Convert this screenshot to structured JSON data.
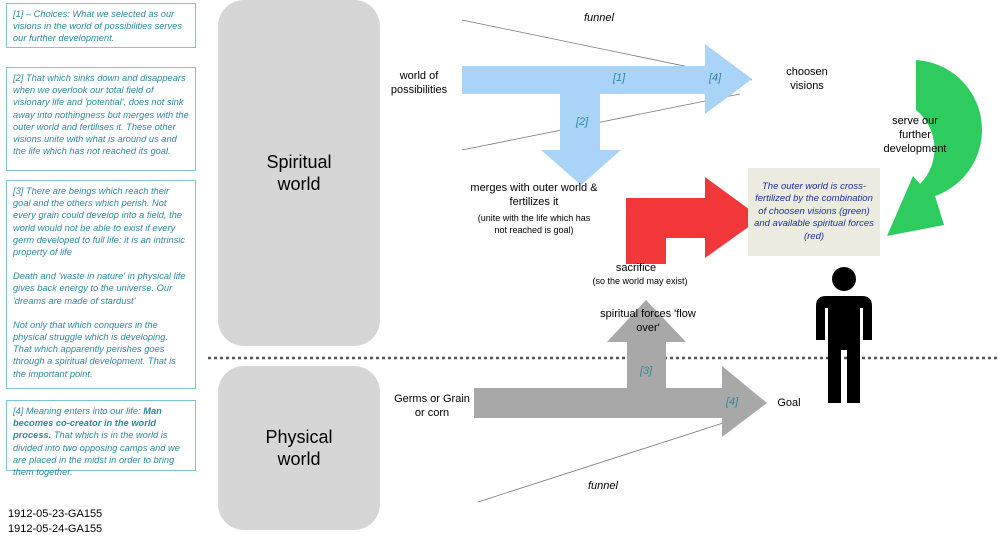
{
  "notes": {
    "n1": "[1] – Choices: What we selected as our visions in the world of possibilities serves our further development.",
    "n2": "[2] That which sinks down and disappears when we overlook our total field of visionary life and 'potential', does not sink away into nothingness but merges with the outer world and fertilises it. These other visions unite with what is around us and the life which has not reached its goal.",
    "n3a": "[3] There are beings which reach their goal and the others which perish. Not every grain could develop into a field, the world would not be able to exist if every germ developed to full life: it is an intrinsic property of life",
    "n3b": "Death and 'waste in nature' in physical life gives back energy to the universe. Our 'dreams are made of stardust'",
    "n3c": "Not only that which conquers in the physical struggle which is developing. That which apparently perishes goes through a spiritual development. That is the important point.",
    "n4_pre": "[4] Meaning enters into our life: ",
    "n4_bold": "Man becomes co-creator in the world process.",
    "n4_post": " That which is in the world is divided into two opposing camps and we are placed in the midst in order to bring them together."
  },
  "panels": {
    "spiritual": "Spiritual world",
    "physical": "Physical world"
  },
  "labels": {
    "funnel_top": "funnel",
    "funnel_bottom": "funnel",
    "world_of_possibilities": "world of possibilities",
    "choosen_visions": "choosen visions",
    "serve_development": "serve our further development",
    "merges": "merges with outer world & fertilizes it",
    "merges_sub": "(unite with the life which has not reached is goal)",
    "outer_world": "The outer world is cross-fertilized by the combination of choosen visions (green) and available spiritual forces (red)",
    "sacrifice": "sacrifice",
    "sacrifice_sub": "(so the world may exist)",
    "spiritual_forces": "spiritual forces 'flow over'",
    "germs": "Germs or Grain or corn",
    "goal": "Goal"
  },
  "tags": {
    "t1": "[1]",
    "t2": "[2]",
    "t3": "[3]",
    "t4_top": "[4]",
    "t4_bottom": "[4]"
  },
  "references": {
    "ref1": "1912-05-23-GA155",
    "ref2": "1912-05-24-GA155"
  },
  "colors": {
    "blue": "#a9d3f7",
    "green": "#2ecc5f",
    "red": "#f2373a",
    "grey": "#a8a8a8",
    "note_text": "#2e8a9c",
    "note_border": "#7fc4d4",
    "box_bg": "#ebebdf",
    "box_text": "#1f2f9c"
  },
  "icons": {
    "person": "person-icon"
  }
}
